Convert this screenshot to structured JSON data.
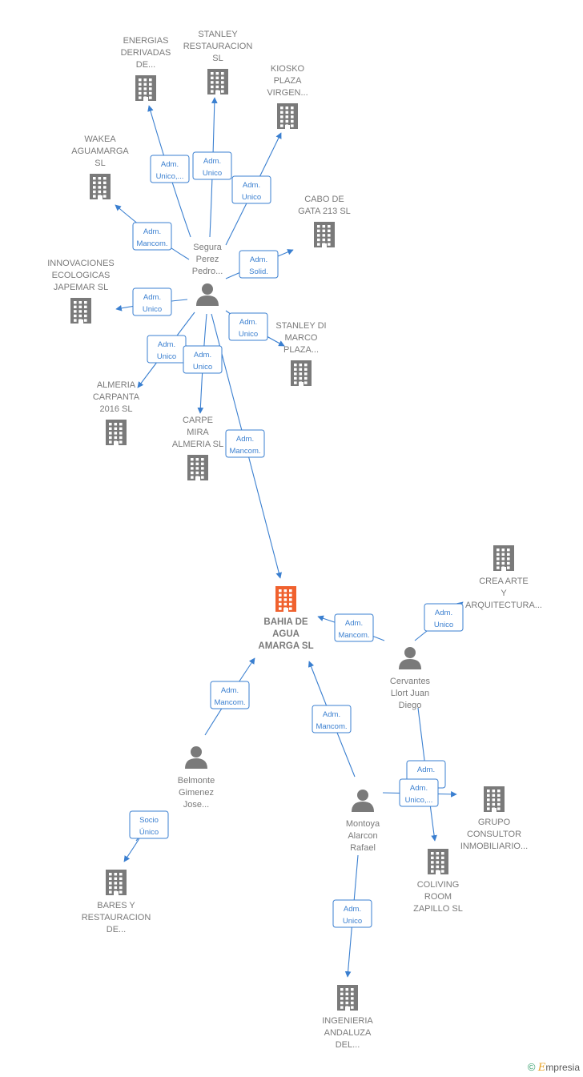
{
  "nodes": [
    {
      "id": "energias",
      "type": "company",
      "lines": [
        "ENERGIAS",
        "DERIVADAS",
        "DE..."
      ]
    },
    {
      "id": "stanley_rest",
      "type": "company",
      "lines": [
        "STANLEY",
        "RESTAURACION",
        "SL"
      ]
    },
    {
      "id": "kiosko",
      "type": "company",
      "lines": [
        "KIOSKO",
        "PLAZA",
        "VIRGEN..."
      ]
    },
    {
      "id": "wakea",
      "type": "company",
      "lines": [
        "WAKEA",
        "AGUAMARGA",
        "SL"
      ]
    },
    {
      "id": "cabo",
      "type": "company",
      "lines": [
        "CABO DE",
        "GATA 213  SL"
      ]
    },
    {
      "id": "innov",
      "type": "company",
      "lines": [
        "INNOVACIONES",
        "ECOLOGICAS",
        "JAPEMAR  SL"
      ]
    },
    {
      "id": "stanley_di",
      "type": "company",
      "lines": [
        "STANLEY DI",
        "MARCO",
        "PLAZA..."
      ]
    },
    {
      "id": "almeria",
      "type": "company",
      "lines": [
        "ALMERIA",
        "CARPANTA",
        "2016  SL"
      ]
    },
    {
      "id": "carpe",
      "type": "company",
      "lines": [
        "CARPE",
        "MIRA",
        "ALMERIA SL"
      ]
    },
    {
      "id": "segura",
      "type": "person",
      "lines": [
        "Segura",
        "Perez",
        "Pedro..."
      ]
    },
    {
      "id": "bahia",
      "type": "company",
      "main": true,
      "lines": [
        "BAHIA DE",
        "AGUA",
        "AMARGA  SL"
      ]
    },
    {
      "id": "crea",
      "type": "company",
      "lines": [
        "CREA ARTE",
        "Y",
        "ARQUITECTURA..."
      ]
    },
    {
      "id": "cervantes",
      "type": "person",
      "lines": [
        "Cervantes",
        "Llort Juan",
        "Diego"
      ]
    },
    {
      "id": "belmonte",
      "type": "person",
      "lines": [
        "Belmonte",
        "Gimenez",
        "Jose..."
      ]
    },
    {
      "id": "montoya",
      "type": "person",
      "lines": [
        "Montoya",
        "Alarcon",
        "Rafael"
      ]
    },
    {
      "id": "grupo",
      "type": "company",
      "lines": [
        "GRUPO",
        "CONSULTOR",
        "INMOBILIARIO..."
      ]
    },
    {
      "id": "coliving",
      "type": "company",
      "lines": [
        "COLIVING",
        "ROOM",
        "ZAPILLO  SL"
      ]
    },
    {
      "id": "bares",
      "type": "company",
      "lines": [
        "BARES Y",
        "RESTAURACION",
        "DE..."
      ]
    },
    {
      "id": "ingenieria",
      "type": "company",
      "lines": [
        "INGENIERIA",
        "ANDALUZA",
        "DEL..."
      ]
    }
  ],
  "edges": [
    {
      "from": "segura",
      "to": "energias",
      "label": [
        "Adm.",
        "Unico,..."
      ]
    },
    {
      "from": "segura",
      "to": "stanley_rest",
      "label": [
        "Adm.",
        "Unico"
      ]
    },
    {
      "from": "segura",
      "to": "kiosko",
      "label": [
        "Adm.",
        "Unico"
      ]
    },
    {
      "from": "segura",
      "to": "wakea",
      "label": [
        "Adm.",
        "Mancom."
      ]
    },
    {
      "from": "segura",
      "to": "cabo",
      "label": [
        "Adm.",
        "Solid."
      ]
    },
    {
      "from": "segura",
      "to": "innov",
      "label": [
        "Adm.",
        "Unico"
      ]
    },
    {
      "from": "segura",
      "to": "stanley_di",
      "label": [
        "Adm.",
        "Unico"
      ]
    },
    {
      "from": "segura",
      "to": "almeria",
      "label": [
        "Adm.",
        "Unico"
      ]
    },
    {
      "from": "segura",
      "to": "carpe",
      "label": [
        "Adm.",
        "Unico"
      ]
    },
    {
      "from": "segura",
      "to": "bahia",
      "label": [
        "Adm.",
        "Mancom."
      ]
    },
    {
      "from": "cervantes",
      "to": "bahia",
      "label": [
        "Adm.",
        "Mancom."
      ]
    },
    {
      "from": "cervantes",
      "to": "crea",
      "label": [
        "Adm.",
        "Unico"
      ]
    },
    {
      "from": "cervantes",
      "to": "coliving",
      "label": [
        "Adm.",
        "Solid."
      ]
    },
    {
      "from": "belmonte",
      "to": "bahia",
      "label": [
        "Adm.",
        "Mancom."
      ]
    },
    {
      "from": "belmonte",
      "to": "bares",
      "label": [
        "Socio",
        "Único"
      ]
    },
    {
      "from": "montoya",
      "to": "bahia",
      "label": [
        "Adm.",
        "Mancom."
      ]
    },
    {
      "from": "montoya",
      "to": "grupo",
      "label": [
        "Adm.",
        "Unico,..."
      ]
    },
    {
      "from": "montoya",
      "to": "ingenieria",
      "label": [
        "Adm.",
        "Unico"
      ]
    }
  ],
  "brand": {
    "copyright": "©",
    "name_first": "E",
    "name_rest": "mpresia"
  }
}
